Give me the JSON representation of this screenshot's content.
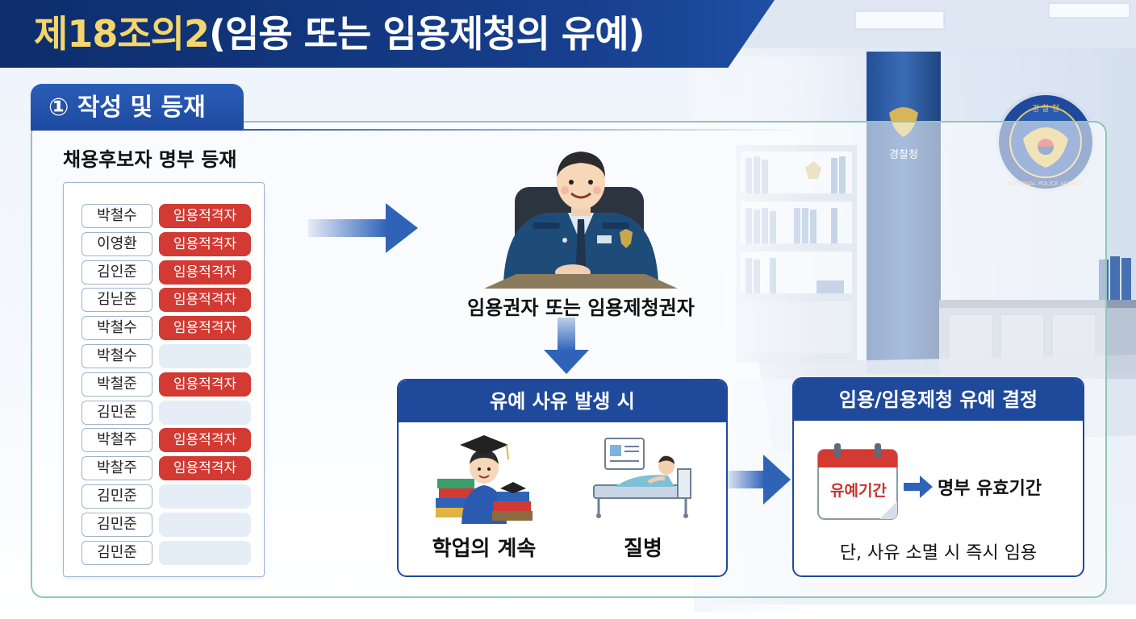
{
  "title": {
    "highlight": "제18조의2",
    "rest": "(임용 또는 임용제청의 유예)"
  },
  "section": {
    "label": "① 작성 및 등재"
  },
  "candidate_list": {
    "title": "채용후보자 명부 등재",
    "rows": [
      {
        "name": "박철수",
        "status": "임용적격자",
        "qualified": true
      },
      {
        "name": "이영환",
        "status": "임용적격자",
        "qualified": true
      },
      {
        "name": "김인준",
        "status": "임용적격자",
        "qualified": true
      },
      {
        "name": "김닏준",
        "status": "임용적격자",
        "qualified": true
      },
      {
        "name": "박철수",
        "status": "임용적격자",
        "qualified": true
      },
      {
        "name": "박철수",
        "status": "",
        "qualified": false
      },
      {
        "name": "박철준",
        "status": "임용적격자",
        "qualified": true
      },
      {
        "name": "김민준",
        "status": "",
        "qualified": false
      },
      {
        "name": "박철주",
        "status": "임용적격자",
        "qualified": true
      },
      {
        "name": "박찰주",
        "status": "임용적격자",
        "qualified": true
      },
      {
        "name": "김민준",
        "status": "",
        "qualified": false
      },
      {
        "name": "김민준",
        "status": "",
        "qualified": false
      },
      {
        "name": "김민준",
        "status": "",
        "qualified": false
      }
    ]
  },
  "officer": {
    "label": "임용권자 또는 임용제청권자"
  },
  "reason_panel": {
    "header": "유예 사유 발생 시",
    "items": [
      {
        "label": "학업의 계속",
        "icon": "graduate-icon"
      },
      {
        "label": "질병",
        "icon": "hospital-bed-icon"
      }
    ]
  },
  "decision_panel": {
    "header": "임용/임용제청 유예 결정",
    "calendar_label": "유예기간",
    "valid_label": "명부 유효기간",
    "note": "단, 사유 소멸 시 즉시 임용"
  },
  "background": {
    "agency_sign": "경찰청",
    "emblem_top": "경 찰 청",
    "emblem_ring": "NATIONAL POLICE AGENCY"
  },
  "colors": {
    "navy": "#1f4a9c",
    "title_highlight": "#f5d66a",
    "status_red": "#d23a33",
    "frame_green": "#8cc7b6"
  }
}
